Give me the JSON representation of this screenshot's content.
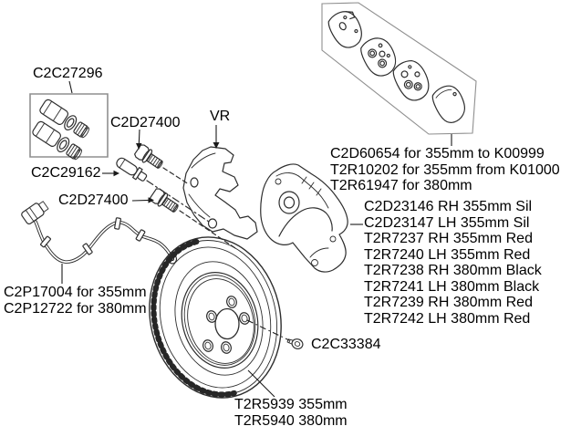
{
  "labels": {
    "kit": "C2C27296",
    "bolt_upper": "C2D27400",
    "bracket": "VR",
    "guide_pin": "C2C29162",
    "bolt_lower": "C2D27400",
    "sensor": [
      "C2P17004 for 355mm",
      "C2P12722 for 380mm"
    ],
    "pads": [
      "C2D60654 for 355mm to K00999",
      "T2R10202 for 355mm from K01000",
      "T2R61947 for 380mm"
    ],
    "caliper": [
      "C2D23146 RH 355mm Sil",
      "C2D23147 LH 355mm Sil",
      "T2R7237 RH 355mm Red",
      "T2R7240 LH 355mm Red",
      "T2R7238 RH 380mm Black",
      "T2R7241 LH 380mm Black",
      "T2R7239 RH 380mm Red",
      "T2R7242 LH 380mm Red"
    ],
    "hub_bolt": "C2C33384",
    "disc": [
      "T2R5939 355mm",
      "T2R5940 380mm"
    ]
  },
  "colors": {
    "line": "#2e2e2e",
    "box_outline": "#8f8f8f",
    "text": "#000000",
    "background": "#ffffff"
  }
}
